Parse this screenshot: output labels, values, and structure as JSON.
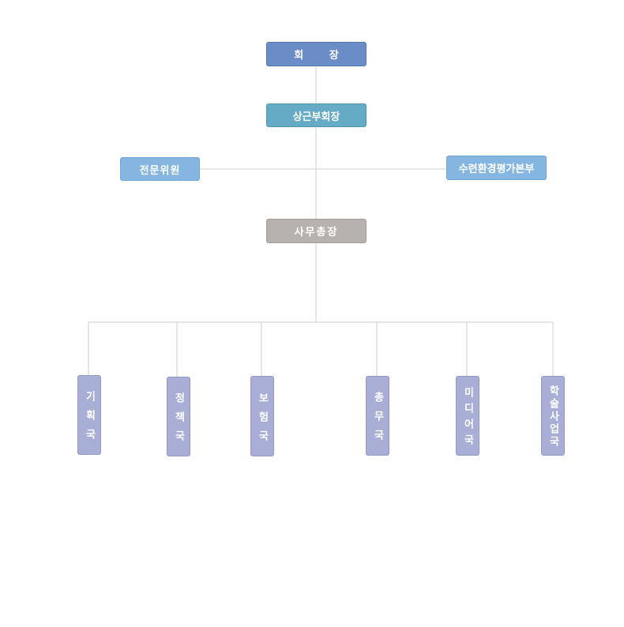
{
  "org_chart": {
    "president": "회 장",
    "vice_president": "상근부회장",
    "expert_committee": "전문위원",
    "assessment_hq": "수련환경평가본부",
    "secretary_general": "사무총장",
    "departments": [
      {
        "label": "기획국"
      },
      {
        "label": "정책국"
      },
      {
        "label": "보험국"
      },
      {
        "label": "총무국"
      },
      {
        "label": "미디어국"
      },
      {
        "label": "학술사업국"
      }
    ]
  },
  "colors": {
    "president": "#6a8dc7",
    "vice_president": "#65abc6",
    "committee": "#85b6e2",
    "secretary_general": "#b8b2ae",
    "department": "#a8aed6",
    "connector": "#cfcfcf"
  }
}
